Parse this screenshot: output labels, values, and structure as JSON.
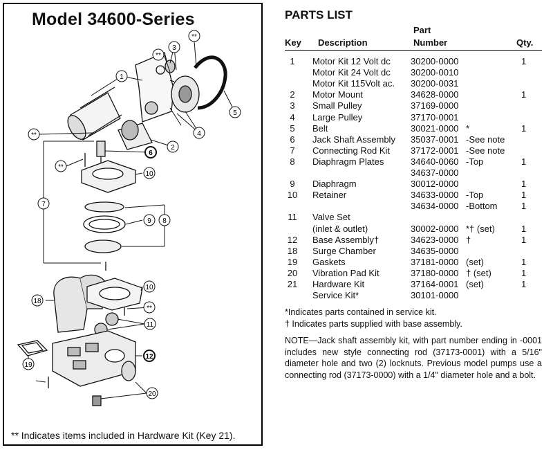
{
  "diagram": {
    "title": "Model 34600-Series",
    "callouts": [
      "1",
      "2",
      "3",
      "4",
      "5",
      "6",
      "7",
      "8",
      "9",
      "10",
      "10",
      "11",
      "12",
      "18",
      "19",
      "20",
      "**",
      "**",
      "**",
      "**",
      "**"
    ],
    "footnote": "** Indicates items included in Hardware Kit (Key 21)."
  },
  "parts_list": {
    "title": "PARTS LIST",
    "headers": {
      "key": "Key",
      "description": "Description",
      "part_top": "Part",
      "part_bottom": "Number",
      "qty": "Qty."
    },
    "rows": [
      {
        "key": "1",
        "desc": "Motor Kit 12 Volt dc",
        "part": "30200-0000",
        "note": "",
        "qty": "1"
      },
      {
        "key": "",
        "desc": "Motor Kit 24 Volt dc",
        "part": "30200-0010",
        "note": "",
        "qty": ""
      },
      {
        "key": "",
        "desc": "Motor Kit 115Volt ac.",
        "part": "30200-0031",
        "note": "",
        "qty": ""
      },
      {
        "key": "2",
        "desc": "Motor Mount",
        "part": "34628-0000",
        "note": "",
        "qty": "1"
      },
      {
        "key": "3",
        "desc": "Small Pulley",
        "part": "37169-0000",
        "note": "",
        "qty": ""
      },
      {
        "key": "4",
        "desc": "Large Pulley",
        "part": "37170-0001",
        "note": "",
        "qty": ""
      },
      {
        "key": "5",
        "desc": "Belt",
        "part": "30021-0000",
        "note": "*",
        "qty": "1"
      },
      {
        "key": "6",
        "desc": "Jack Shaft Assembly",
        "part": "35037-0001",
        "note": "-See note",
        "qty": ""
      },
      {
        "key": "7",
        "desc": "Connecting Rod Kit",
        "part": "37172-0001",
        "note": "-See note",
        "qty": ""
      },
      {
        "key": "8",
        "desc": "Diaphragm Plates",
        "part": "34640-0060",
        "note": "-Top",
        "qty": "1"
      },
      {
        "key": "",
        "desc": "",
        "part": "34637-0000",
        "note": "",
        "qty": ""
      },
      {
        "key": "9",
        "desc": "Diaphragm",
        "part": "30012-0000",
        "note": "",
        "qty": "1"
      },
      {
        "key": "10",
        "desc": "Retainer",
        "part": "34633-0000",
        "note": "-Top",
        "qty": "1"
      },
      {
        "key": "",
        "desc": "",
        "part": "34634-0000",
        "note": "-Bottom",
        "qty": "1"
      },
      {
        "key": "11",
        "desc": "Valve Set",
        "part": "",
        "note": "",
        "qty": ""
      },
      {
        "key": "",
        "desc": "(inlet & outlet)",
        "part": "30002-0000",
        "note": "*† (set)",
        "qty": "1"
      },
      {
        "key": "12",
        "desc": "Base Assembly†",
        "part": "34623-0000",
        "note": "†",
        "qty": "1"
      },
      {
        "key": "18",
        "desc": "Surge Chamber",
        "part": "34635-0000",
        "note": "",
        "qty": ""
      },
      {
        "key": "19",
        "desc": "Gaskets",
        "part": "37181-0000",
        "note": "(set)",
        "qty": "1"
      },
      {
        "key": "20",
        "desc": "Vibration Pad Kit",
        "part": "37180-0000",
        "note": "† (set)",
        "qty": "1"
      },
      {
        "key": "21",
        "desc": "Hardware Kit",
        "part": "37164-0001",
        "note": "(set)",
        "qty": "1"
      },
      {
        "key": "",
        "desc": "Service Kit*",
        "part": "30101-0000",
        "note": "",
        "qty": ""
      }
    ],
    "footnotes": [
      "*Indicates parts contained in service kit.",
      "† Indicates parts supplied with base assembly."
    ],
    "note": "NOTE—Jack shaft assembly kit, with part number ending in -0001 includes new style connecting rod (37173-0001) with a 5/16\" diameter hole and two (2) locknuts. Previous model pumps use a connecting rod (37173-0000) with a 1/4\" diameter hole and a bolt."
  }
}
